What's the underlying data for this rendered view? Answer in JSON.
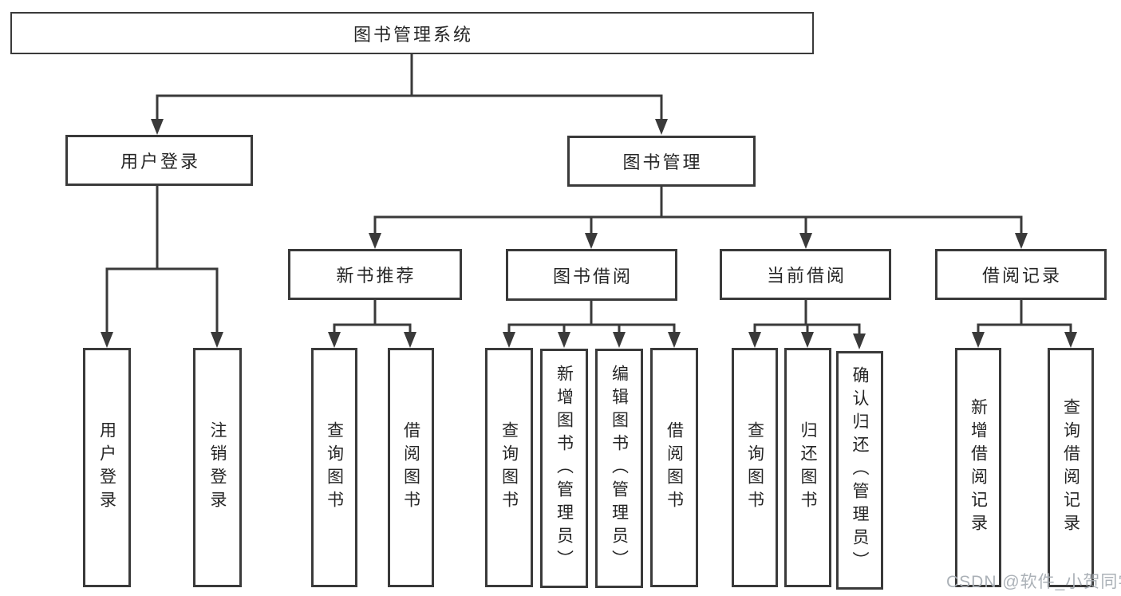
{
  "colors": {
    "line": "#3a3a3a",
    "text": "#262626",
    "watermark": "#a7adb4",
    "background": "#ffffff"
  },
  "watermark": {
    "text": "CSDN @软件_小贺同学"
  },
  "tree": {
    "root": {
      "label": "图书管理系统"
    },
    "branches": {
      "user_login": {
        "label": "用户登录",
        "children": [
          {
            "label": "用户登录"
          },
          {
            "label": "注销登录"
          }
        ]
      },
      "book_management": {
        "label": "图书管理",
        "children": [
          {
            "label": "新书推荐",
            "children": [
              {
                "label": "查询图书"
              },
              {
                "label": "借阅图书"
              }
            ]
          },
          {
            "label": "图书借阅",
            "children": [
              {
                "label": "查询图书"
              },
              {
                "label": "新增图书（管理员）"
              },
              {
                "label": "编辑图书（管理员）"
              },
              {
                "label": "借阅图书"
              }
            ]
          },
          {
            "label": "当前借阅",
            "children": [
              {
                "label": "查询图书"
              },
              {
                "label": "归还图书"
              },
              {
                "label": "确认归还（管理员）"
              }
            ]
          },
          {
            "label": "借阅记录",
            "children": [
              {
                "label": "新增借阅记录"
              },
              {
                "label": "查询借阅记录"
              }
            ]
          }
        ]
      }
    }
  }
}
